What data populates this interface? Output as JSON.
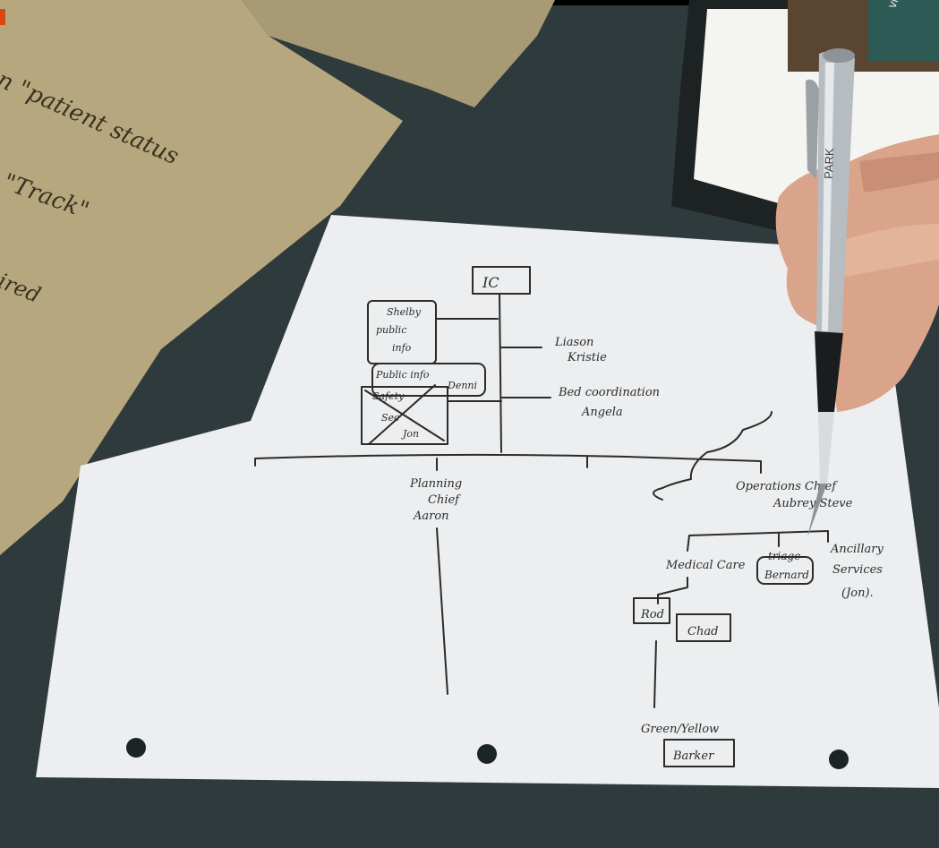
{
  "colors": {
    "desk": "#2f3a3c",
    "envelope": "#b7a77f",
    "paper": "#eceef0",
    "ink": "#2b2b2b",
    "sign": "#2d5a55"
  },
  "envelope_notes": {
    "line1": "n \"patient status",
    "line2": "\"Track\"",
    "line3": "ired"
  },
  "sign_text": "ville",
  "pen_text": "PARK",
  "chart": {
    "ic": "IC",
    "public_info_box": [
      "Shelby",
      "public",
      "info"
    ],
    "public_info_denni": [
      "Public info",
      "Denni"
    ],
    "safety_box": [
      "Safety",
      "Sec",
      "Jon"
    ],
    "liaison": [
      "Liason",
      "Kristie"
    ],
    "bed_coordination": [
      "Bed coordination",
      "Angela"
    ],
    "planning": [
      "Planning",
      "Chief",
      "Aaron"
    ],
    "operations": [
      "Operations Chief",
      "Aubrey Steve"
    ],
    "medical_care": "Medical Care",
    "triage": [
      "triage",
      "Bernard"
    ],
    "ancillary": [
      "Ancillary",
      "Services",
      "(Jon)."
    ],
    "rod": "Rod",
    "chad": "Chad",
    "green_yellow": "Green/Yellow",
    "barker": "Barker"
  }
}
